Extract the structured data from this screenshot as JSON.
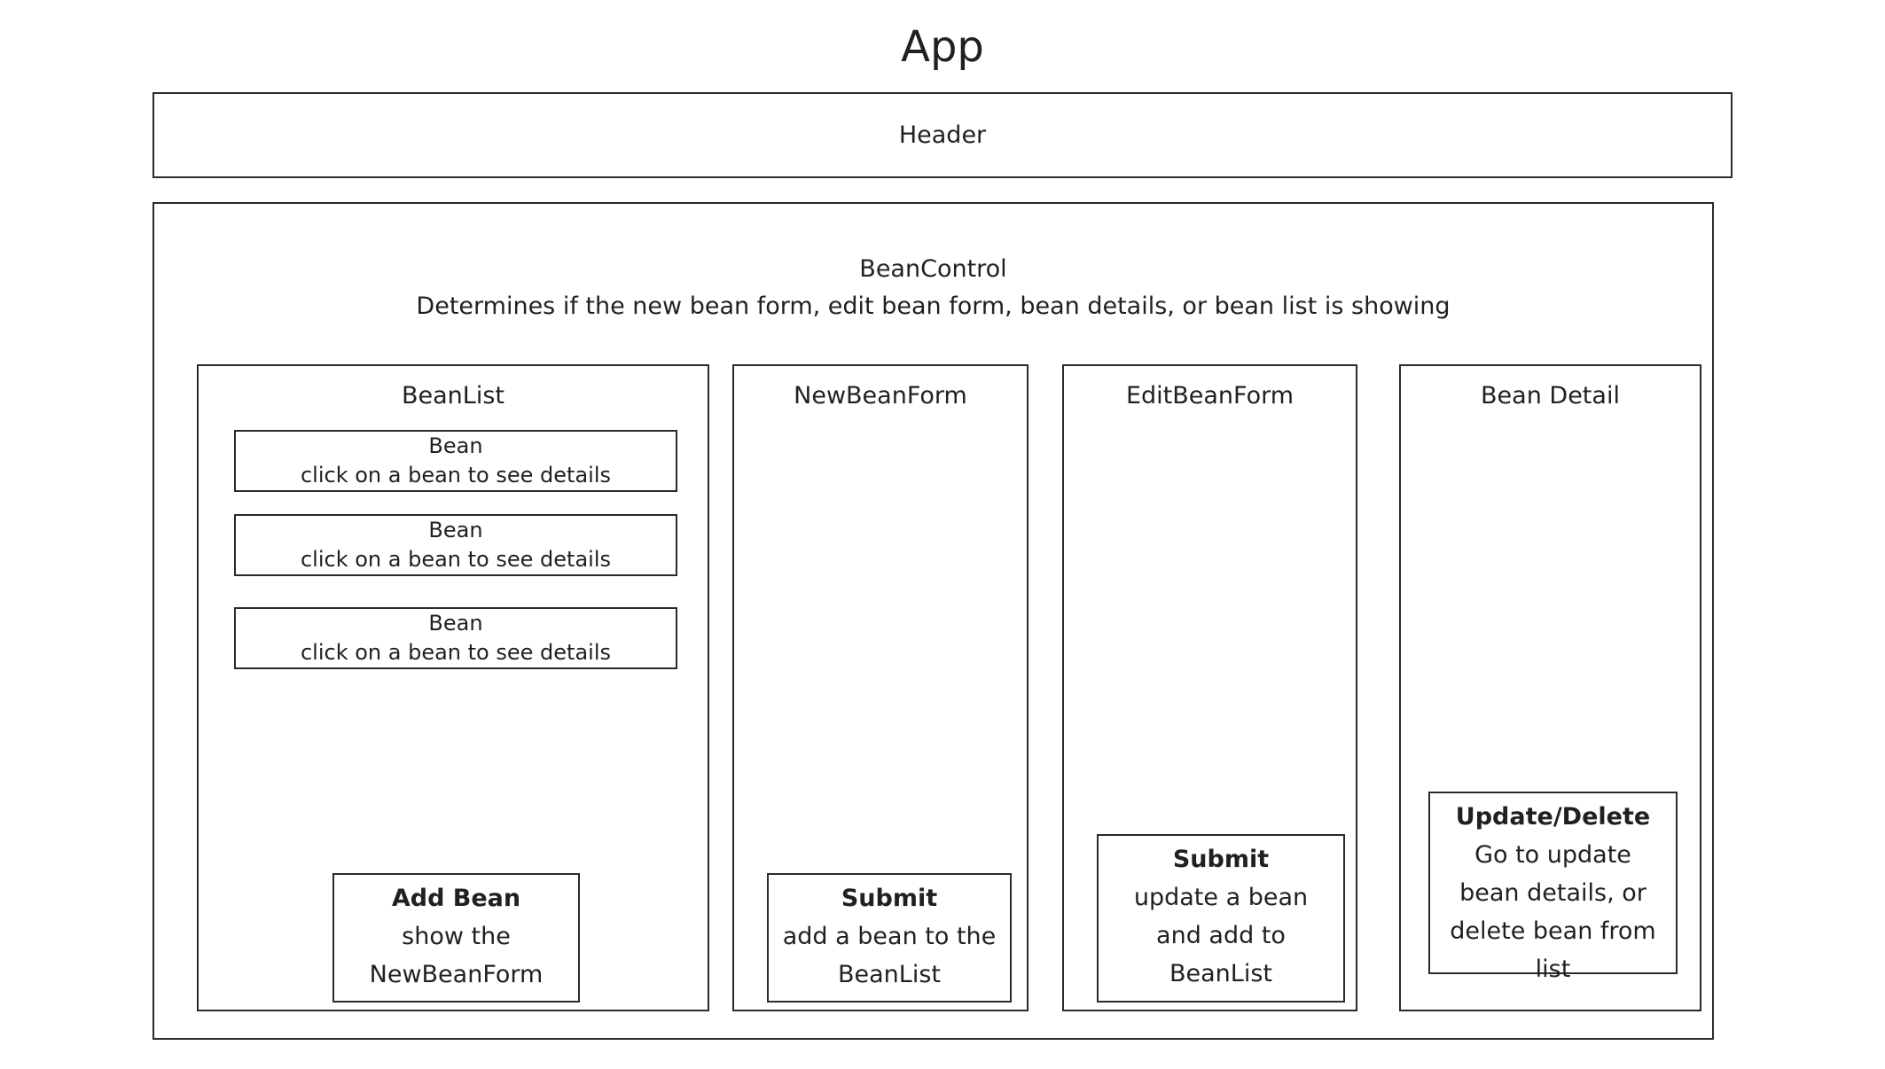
{
  "app": {
    "title": "App"
  },
  "header": {
    "label": "Header"
  },
  "bean_control": {
    "title": "BeanControl",
    "description": "Determines if the new bean form, edit bean form, bean details, or bean list is showing"
  },
  "panels": {
    "bean_list": {
      "title": "BeanList",
      "items": [
        {
          "name": "Bean",
          "hint": "click on a bean to see details"
        },
        {
          "name": "Bean",
          "hint": "click on a bean to see details"
        },
        {
          "name": "Bean",
          "hint": "click on a bean to see details"
        }
      ],
      "action": {
        "title": "Add Bean",
        "sub_line_1": "show the",
        "sub_line_2": "NewBeanForm"
      }
    },
    "new_bean_form": {
      "title": "NewBeanForm",
      "action": {
        "title": "Submit",
        "sub_line_1": "add a bean to the",
        "sub_line_2": "BeanList"
      }
    },
    "edit_bean_form": {
      "title": "EditBeanForm",
      "action": {
        "title": "Submit",
        "sub_line_1": "update a bean",
        "sub_line_2": "and add to",
        "sub_line_3": "BeanList"
      }
    },
    "bean_detail": {
      "title": "Bean Detail",
      "action": {
        "title": "Update/Delete",
        "sub_line_1": "Go to update",
        "sub_line_2": "bean details, or",
        "sub_line_3": "delete bean from",
        "sub_line_4": "list"
      }
    }
  },
  "colors": {
    "stroke": "#2a2a2a",
    "text": "#231f20",
    "background": "#ffffff"
  }
}
